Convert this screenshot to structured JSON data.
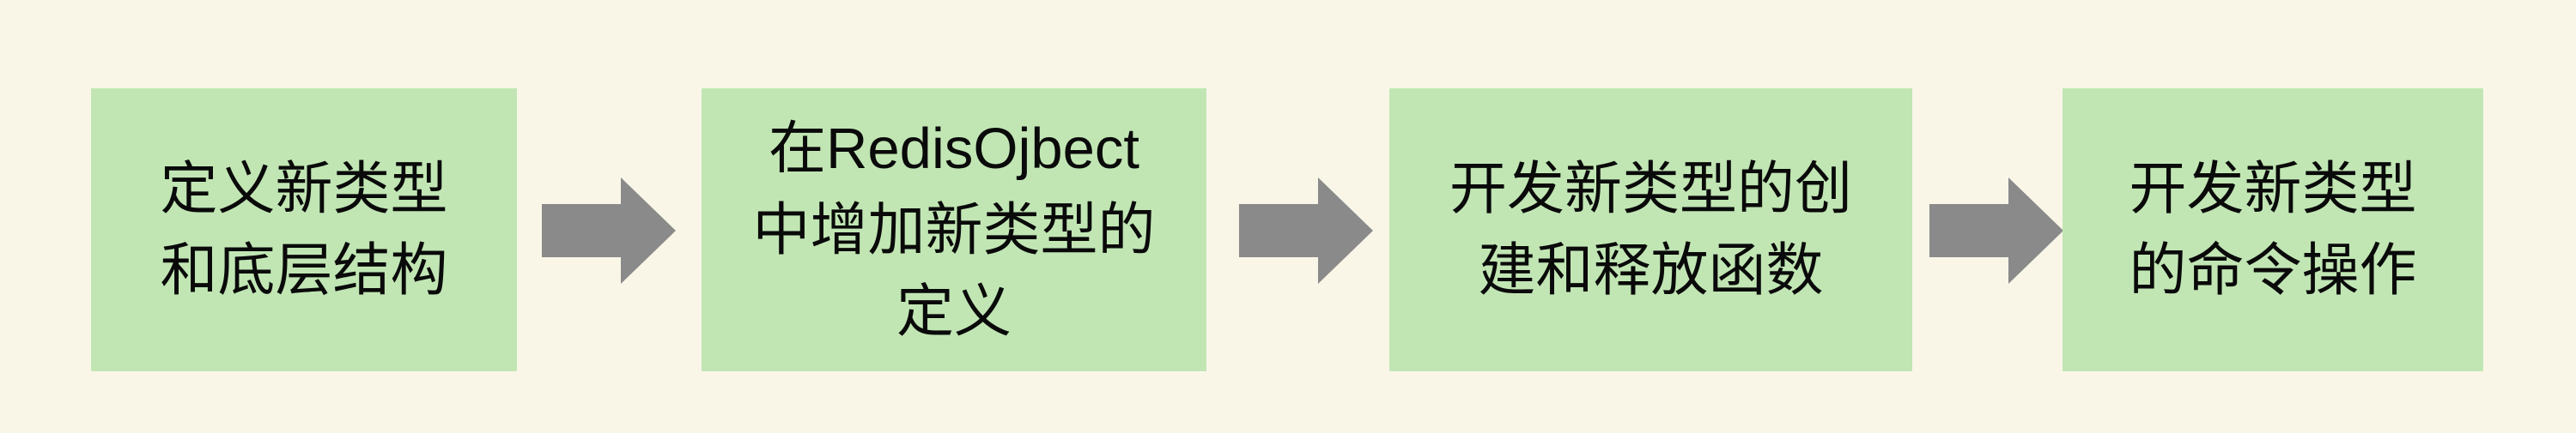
{
  "diagram": {
    "title": "redis-new-type-development-flow",
    "steps": [
      {
        "id": 1,
        "label": "定义新类型\n和底层结构"
      },
      {
        "id": 2,
        "label": "在RedisOjbect\n中增加新类型的\n定义"
      },
      {
        "id": 3,
        "label": "开发新类型的创\n建和释放函数"
      },
      {
        "id": 4,
        "label": "开发新类型\n的命令操作"
      }
    ],
    "connector": "right-arrow"
  },
  "colors": {
    "background": "#f9f6e8",
    "box_fill": "#c1e6b4",
    "arrow_fill": "#8a8a8a",
    "text": "#0a0a0a"
  }
}
